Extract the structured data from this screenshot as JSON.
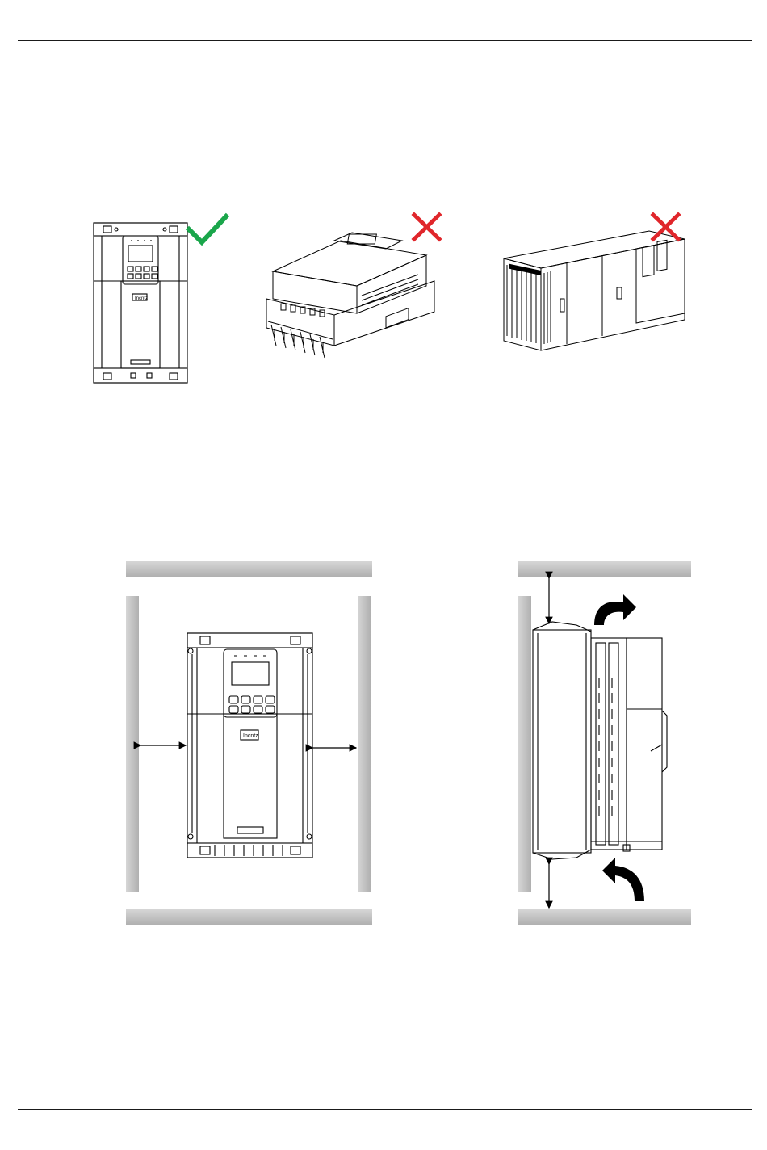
{
  "header": {
    "rule": "top-rule"
  },
  "orientation_figure": {
    "items": [
      {
        "name": "vertical-mount",
        "mark": "check",
        "logo_text": "Incntz"
      },
      {
        "name": "flat-mount",
        "mark": "cross"
      },
      {
        "name": "sideways-mount",
        "mark": "cross"
      }
    ],
    "colors": {
      "check": "#1aa64b",
      "cross": "#e0262b"
    }
  },
  "clearance_figure": {
    "front_view": {
      "logo_text": "Incntz"
    },
    "side_view": {},
    "colors": {
      "wall": "#bfbfbf",
      "arrow": "#000000"
    }
  },
  "footer": {
    "rule": "bottom-rule"
  }
}
